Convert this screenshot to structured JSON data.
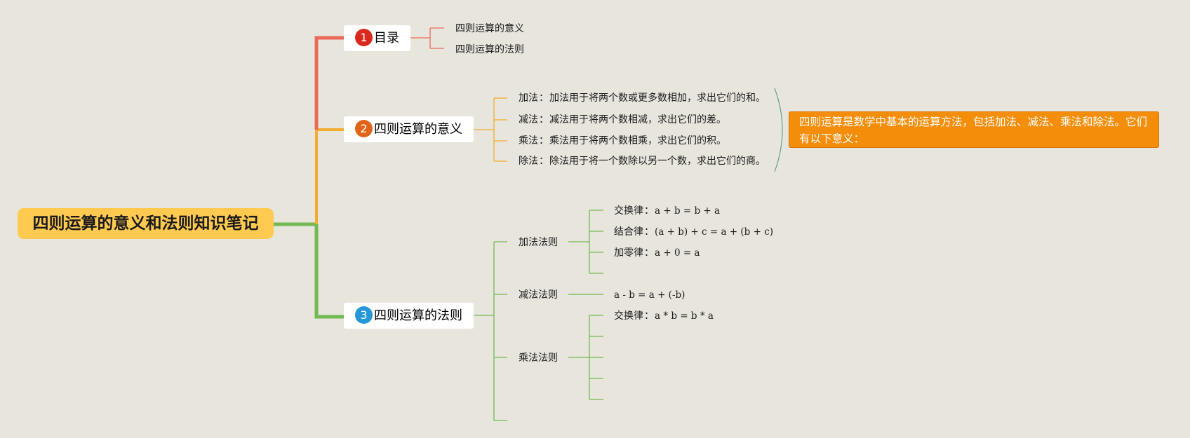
{
  "root": {
    "title": "四则运算的意义和法则知识笔记"
  },
  "branches": {
    "toc": {
      "badge": "1",
      "label": "目录",
      "color": "#ea6a5a",
      "items": [
        "四则运算的意义",
        "四则运算的法则"
      ]
    },
    "meaning": {
      "badge": "2",
      "label": "四则运算的意义",
      "color": "#f2ac33",
      "items": [
        {
          "name": "加法",
          "text": "加法用于将两个数或更多数相加，求出它们的和。"
        },
        {
          "name": "减法",
          "text": "减法用于将两个数相减，求出它们的差。"
        },
        {
          "name": "乘法",
          "text": "乘法用于将两个数相乘，求出它们的积。"
        },
        {
          "name": "除法",
          "text": "除法用于将一个数除以另一个数，求出它们的商。"
        }
      ],
      "summary": "四则运算是数学中基本的运算方法，包括加法、减法、乘法和除法。它们有以下意义："
    },
    "rules": {
      "badge": "3",
      "label": "四则运算的法则",
      "color": "#72b954",
      "groups": [
        {
          "label": "加法法则",
          "items": [
            {
              "name": "交换律",
              "formula": "a + b = b + a"
            },
            {
              "name": "结合律",
              "formula": "(a + b) + c = a + (b + c)"
            },
            {
              "name": "加零律",
              "formula": "a + 0 = a"
            }
          ]
        },
        {
          "label": "减法法则",
          "items": [
            {
              "name": "",
              "formula": "a - b = a + (-b)"
            }
          ]
        },
        {
          "label": "乘法法则",
          "items": [
            {
              "name": "交换律",
              "formula": "a * b = b * a"
            }
          ]
        }
      ]
    }
  },
  "colors": {
    "background": "#e8e5dd",
    "root_fill": "#ffca4f",
    "summary_fill": "#f38d0a",
    "badge_1": "#d9281c",
    "badge_2": "#e0651b",
    "badge_3": "#2597d8"
  },
  "icons": [
    "circled-number-badge"
  ]
}
